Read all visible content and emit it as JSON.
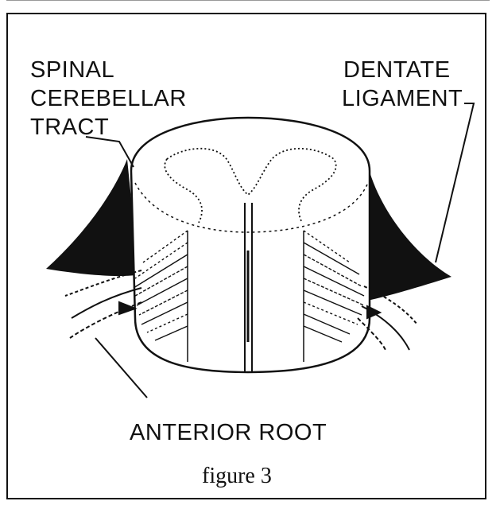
{
  "labels": {
    "spinal_line1": "SPINAL",
    "spinal_line2": "CEREBELLAR",
    "spinal_line3": "TRACT",
    "dentate_line1": "DENTATE",
    "dentate_line2": "LIGAMENT",
    "anterior_root": "ANTERIOR ROOT"
  },
  "caption": "figure 3"
}
